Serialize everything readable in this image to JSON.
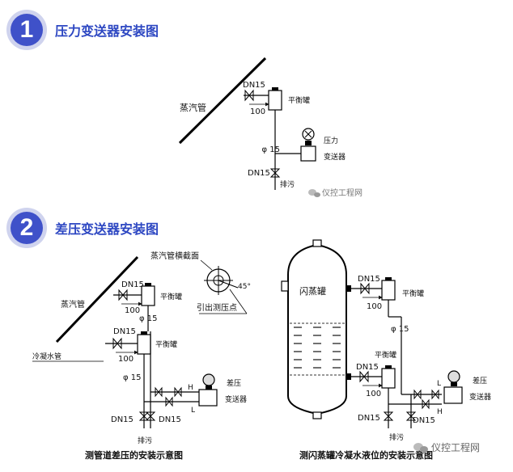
{
  "section1": {
    "number": "1",
    "title": "压力变送器安装图",
    "labels": {
      "steam_pipe": "蒸汽管",
      "dn15_top": "DN15",
      "balance_tank": "平衡罐",
      "dim_100": "100",
      "pressure_line1": "压力",
      "pressure_line2": "变送器",
      "phi15": "φ 15",
      "dn15_bottom": "DN15",
      "drain": "排污",
      "watermark": "仪控工程网"
    }
  },
  "section2": {
    "number": "2",
    "title": "差压变送器安装图",
    "left": {
      "steam_pipe": "蒸汽管",
      "steam_section": "蒸汽管横截面",
      "angle": "45°",
      "tap_point": "引出测压点",
      "dn15_a": "DN15",
      "balance_tank_a": "平衡罐",
      "dim_100_a": "100",
      "phi15_a": "φ 15",
      "dn15_b": "DN15",
      "balance_tank_b": "平衡罐",
      "dim_100_b": "100",
      "condensate_pipe": "冷凝水管",
      "phi15_b": "φ 15",
      "h": "H",
      "l": "L",
      "dp_line1": "差压",
      "dp_line2": "变送器",
      "dn15_c": "DN15",
      "dn15_d": "DN15",
      "drain": "排污",
      "caption": "测管道差压的安装示意图"
    },
    "right": {
      "tank_name": "闪蒸罐",
      "dn15_a": "DN15",
      "balance_tank_a": "平衡罐",
      "dim_100_a": "100",
      "phi15": "φ 15",
      "balance_tank_b": "平衡罐",
      "dn15_b": "DN15",
      "dim_100_b": "100",
      "l": "L",
      "h": "H",
      "dp_line1": "差压",
      "dp_line2": "变送器",
      "dn15_c": "DN15",
      "dn15_d": "DN15",
      "drain": "排污",
      "caption": "测闪蒸罐冷凝水液位的安装示意图",
      "watermark": "仪控工程网"
    }
  }
}
